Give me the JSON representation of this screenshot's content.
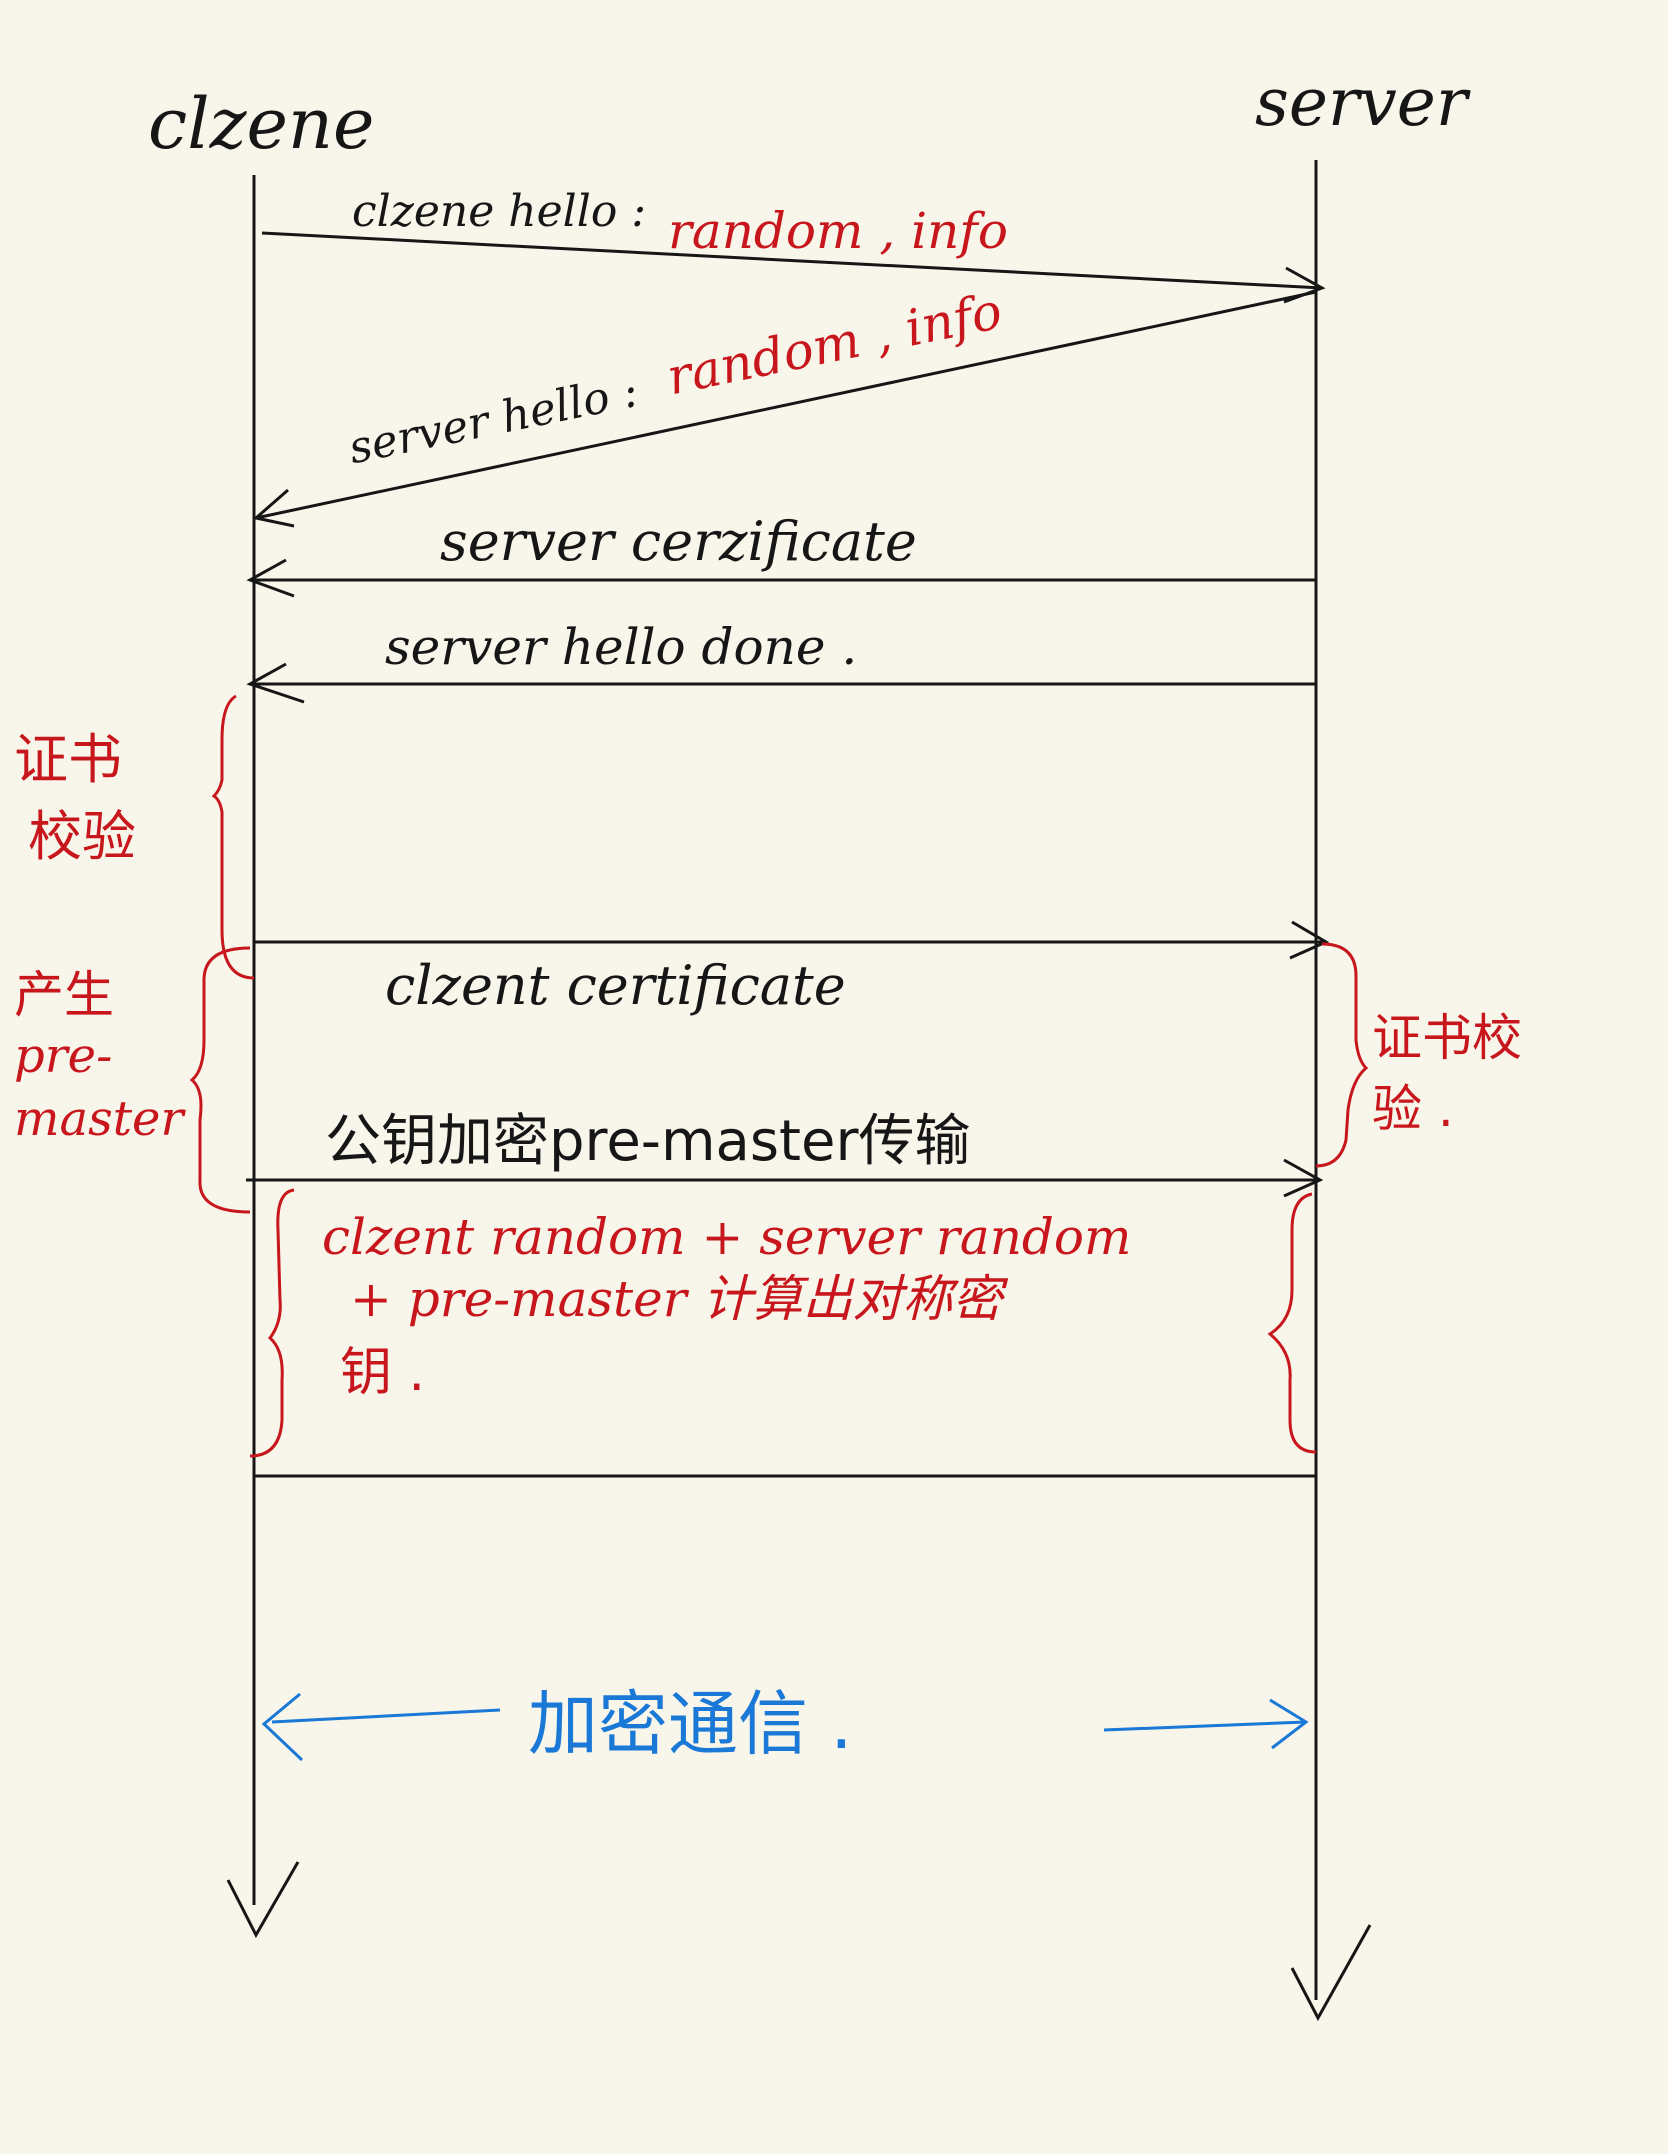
{
  "colors": {
    "background": "#f8f5ea",
    "ink": "#161616",
    "annotation_red": "#c8161d",
    "annotation_blue": "#1a78d6"
  },
  "participants": {
    "client": "clzene",
    "server": "server"
  },
  "messages": {
    "client_hello": {
      "label": "clzene hello :",
      "detail": "random , info"
    },
    "server_hello": {
      "label": "server hello :",
      "detail": "random , info"
    },
    "server_certificate": {
      "label": "server cerzificate"
    },
    "server_hello_done": {
      "label": "server hello done ."
    },
    "client_certificate": {
      "label": "clzent certificate"
    },
    "encrypted_premaster": {
      "label": "公钥加密pre-master传输"
    }
  },
  "annotations": {
    "cert_check_client": [
      "证书",
      "校验"
    ],
    "generate_premaster": [
      "产生",
      "pre-",
      "master"
    ],
    "cert_check_server": [
      "证书校",
      "验 ."
    ],
    "session_key": [
      "clzent random + server random",
      "+ pre-master 计算出对称密",
      "钥 ."
    ],
    "encrypted_comm": "加密通信 ."
  },
  "icons": {
    "arrowhead": "open-chevron-arrowhead",
    "brace": "curly-brace",
    "lifeline_end": "checkmark-v"
  }
}
